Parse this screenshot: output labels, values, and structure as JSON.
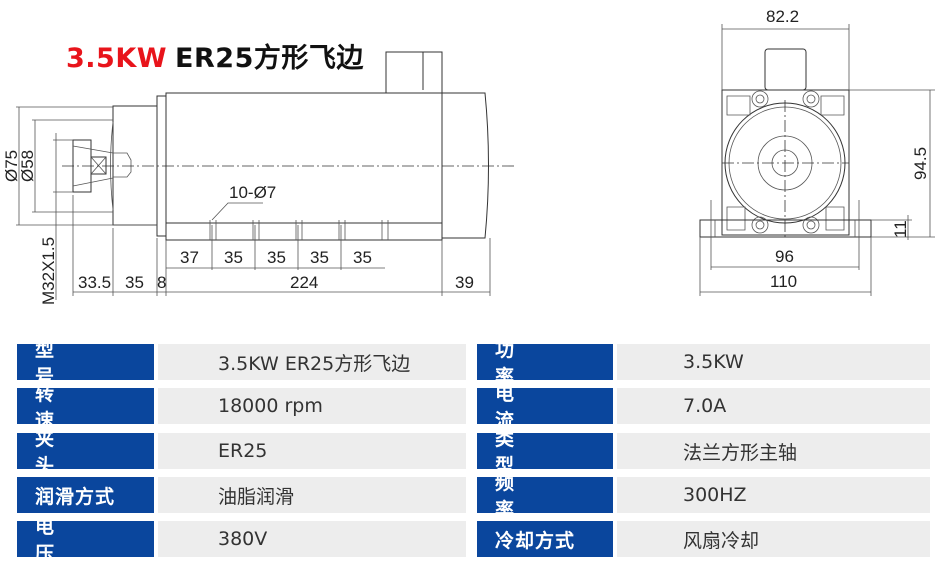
{
  "title": {
    "power": "3.5KW",
    "model": "ER25方形飞边"
  },
  "drawing": {
    "side_view": {
      "dia_outer": "Ø75",
      "dia_inner": "Ø58",
      "thread": "M32X1.5",
      "holes": "10-Ø7",
      "hole_spacing": [
        "37",
        "35",
        "35",
        "35",
        "35"
      ],
      "lengths": [
        "33.5",
        "35",
        "8",
        "224",
        "39"
      ]
    },
    "end_view": {
      "width_top": "82.2",
      "height": "94.5",
      "base_thickness": "11",
      "hole_pitch": "96",
      "base_width": "110"
    }
  },
  "specs_left": [
    {
      "label": "型号",
      "value": "3.5KW ER25方形飞边"
    },
    {
      "label": "转速",
      "value": "18000 rpm"
    },
    {
      "label": "夹头",
      "value": "ER25"
    },
    {
      "label": "润滑方式",
      "value": "油脂润滑"
    },
    {
      "label": "电压",
      "value": "380V"
    }
  ],
  "specs_right": [
    {
      "label": "功率",
      "value": "3.5KW"
    },
    {
      "label": "电流",
      "value": "7.0A"
    },
    {
      "label": "类型",
      "value": "法兰方形主轴"
    },
    {
      "label": "频率",
      "value": "300HZ"
    },
    {
      "label": "冷却方式",
      "value": "风扇冷却"
    }
  ],
  "colors": {
    "label_bg": "#0a469d",
    "value_bg": "#ededed",
    "title_red": "#e8141b"
  }
}
